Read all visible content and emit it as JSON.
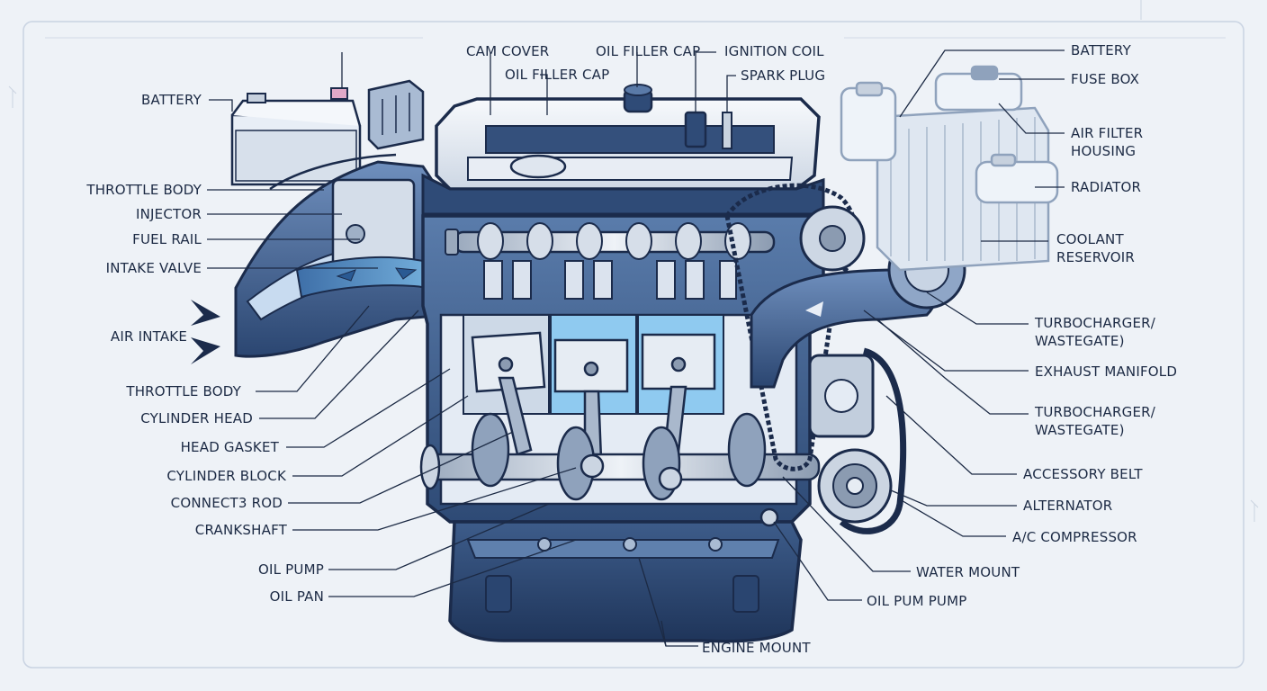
{
  "labels": {
    "left": {
      "battery": "BATTERY",
      "throttle_body_top": "THROTTLE BODY",
      "injector": "INJECTOR",
      "fuel_rail": "FUEL RAIL",
      "intake_valve": "INTAKE VALVE",
      "air_intake": "AIR INTAKE",
      "throttle_body_bottom": "THROTTLE BODY",
      "cylinder_head": "CYLINDER HEAD",
      "head_gasket": "HEAD GASKET",
      "cylinder_block": "CYLINDER BLOCK",
      "connecting_rod": "CONNECT3 ROD",
      "crankshaft": "CRANKSHAFT",
      "oil_pump": "OIL PUMP",
      "oil_pan": "OIL PAN"
    },
    "top": {
      "cam_cover": "CAM COVER",
      "oil_filler_cap_a": "OIL FILLER CAP",
      "oil_filler_cap_b": "OIL FILLER CAP",
      "ignition_coil": "IGNITION COIL",
      "spark_plug": "SPARK PLUG"
    },
    "right": {
      "battery": "BATTERY",
      "fuse_box": "FUSE BOX",
      "air_filter_housing": "AIR FILTER\nHOUSING",
      "radiator": "RADIATOR",
      "coolant_reservoir": "COOLANT\nRESERVOIR",
      "turbocharger_a": "TURBOCHARGER/\nWASTEGATE)",
      "exhaust_manifold": "EXHAUST MANIFOLD",
      "turbocharger_b": "TURBOCHARGER/\nWASTEGATE)",
      "accessory_belt": "ACCESSORY BELT",
      "alternator": "ALTERNATOR",
      "ac_compressor": "A/C COMPRESSOR",
      "water_mount": "WATER MOUNT",
      "oil_pum_pump": "OIL PUM PUMP"
    },
    "bottom": {
      "engine_mount": "ENGINE MOUNT"
    }
  },
  "colors": {
    "background": "#eef2f7",
    "outline": "#1b2b4b",
    "block_blue": "#41628f",
    "light_blue": "#7fc4ef",
    "metal": "#c9d3df",
    "leader": "#1c2a44"
  }
}
